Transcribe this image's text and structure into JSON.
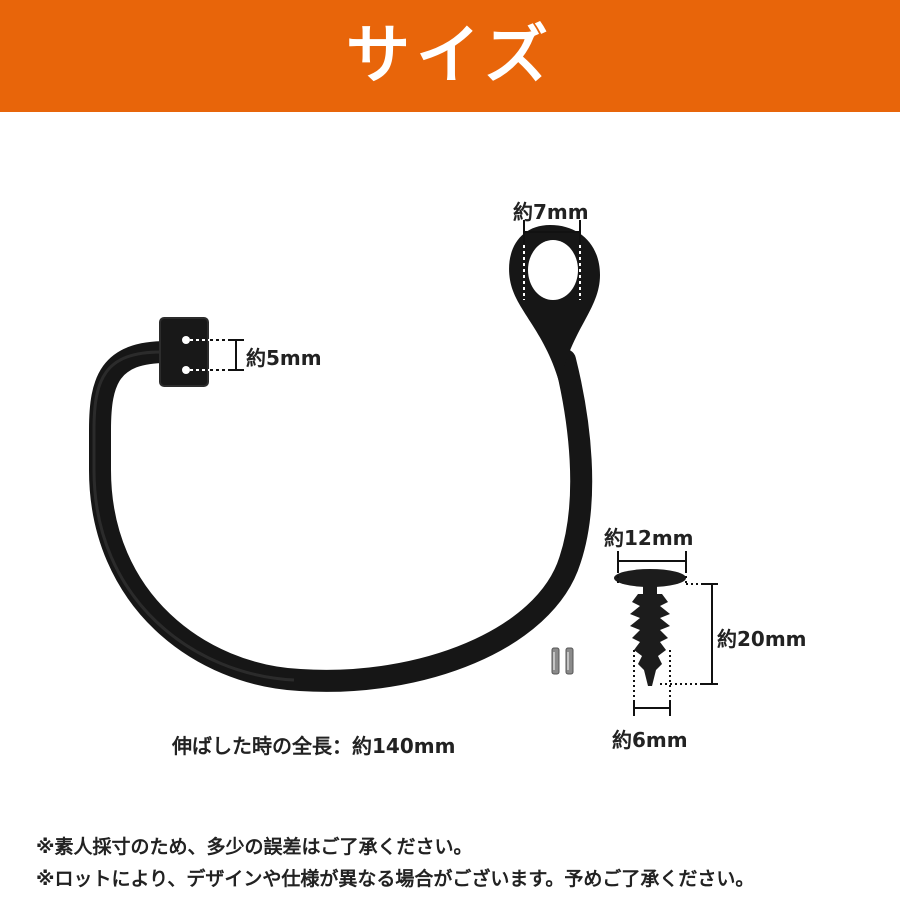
{
  "header": {
    "title": "サイズ",
    "color": "#e8650a"
  },
  "dimensions": {
    "loop_hole": "約7mm",
    "connector_gap": "約5mm",
    "clip_head": "約12mm",
    "clip_length": "約20mm",
    "clip_shaft": "約6mm",
    "total_length": "伸ばした時の全長：約140mm"
  },
  "notes": [
    "※素人採寸のため、多少の誤差はご了承ください。",
    "※ロットにより、デザインや仕様が異なる場合がございます。予めご了承ください。"
  ],
  "icons": [
    "rubber-strap",
    "push-rivet-clip",
    "metal-pins"
  ]
}
